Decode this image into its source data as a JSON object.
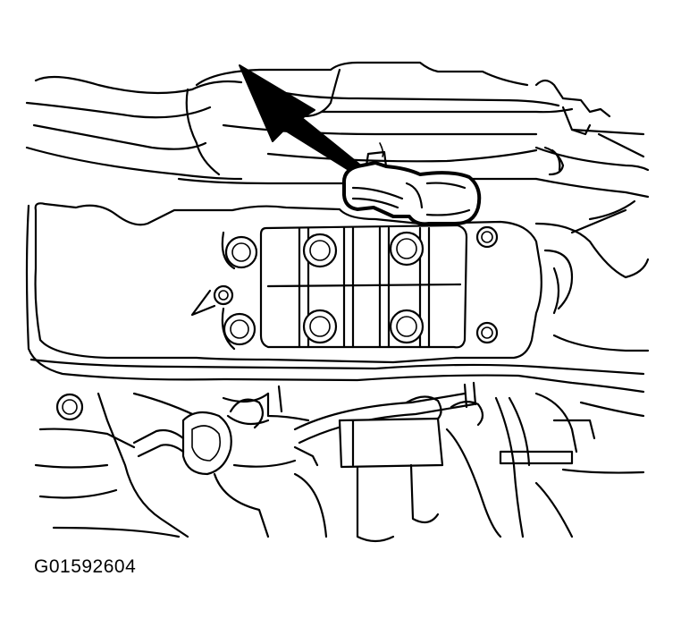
{
  "figure": {
    "code": "G01592604",
    "style": "black line-art technical illustration",
    "components": {
      "pointer": "arrow-indicator",
      "highlighted": "electrical-connector",
      "assembly": "ignition-coil-pack"
    }
  },
  "colors": {
    "ink": "#000000",
    "background": "#ffffff"
  }
}
